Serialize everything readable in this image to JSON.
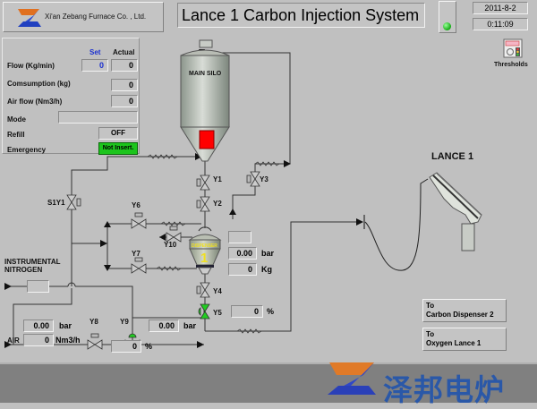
{
  "header": {
    "company": "Xi'an Zebang Furnace Co. , Ltd.",
    "title": "Lance 1 Carbon Injection System",
    "status_lamp_color": "#22cc22",
    "date": "2011-8-2",
    "time": "0:11:09"
  },
  "panel": {
    "col_set": "Set",
    "col_actual": "Actual",
    "rows": {
      "flow": {
        "label": "Flow (Kg/min)",
        "set": "0",
        "actual": "0"
      },
      "consumption": {
        "label": "Comsumption (kg)",
        "value": "0"
      },
      "airflow": {
        "label": "Air flow (Nm3/h)",
        "value": "0"
      },
      "mode": {
        "label": "Mode",
        "value": ""
      },
      "refill": {
        "label": "Refill",
        "value": "OFF"
      },
      "emergency": {
        "label": "Emergency",
        "value": "Not Insert."
      }
    }
  },
  "thresholds": {
    "label": "Thresholds",
    "icon": "thresholds-icon"
  },
  "diagram": {
    "silo_label": "MAIN SILO",
    "silo_level_color": "#ff0000",
    "dispenser_label": "DISPENSER",
    "dispenser_number": "1",
    "dispenser_blank": "",
    "dispenser_pressure": "0.00",
    "dispenser_pressure_unit": "bar",
    "dispenser_weight": "0",
    "dispenser_weight_unit": "Kg",
    "valves": [
      "Y1",
      "Y2",
      "Y3",
      "Y4",
      "Y5",
      "Y6",
      "Y7",
      "Y8",
      "Y9",
      "Y10",
      "S1Y1"
    ],
    "y5_percent": "0",
    "y5_unit": "%",
    "instrumental_nitrogen": "INSTRUMENTAL\nNITROGEN",
    "nitrogen_value": "",
    "air_label": "AIR",
    "air_pressure": "0.00",
    "air_pressure_unit": "bar",
    "air_flow": "0",
    "air_flow_unit": "Nm3/h",
    "y9_percent": "0",
    "y9_unit": "%",
    "line_pressure": "0.00",
    "line_pressure_unit": "bar",
    "lance_label": "LANCE 1"
  },
  "nav": {
    "to_dispenser2": {
      "line1": "To",
      "line2": "Carbon Dispenser 2"
    },
    "to_oxygen": {
      "line1": "To",
      "line2": "Oxygen Lance 1"
    }
  },
  "footer": {
    "brand_cn": "泽邦电炉"
  }
}
